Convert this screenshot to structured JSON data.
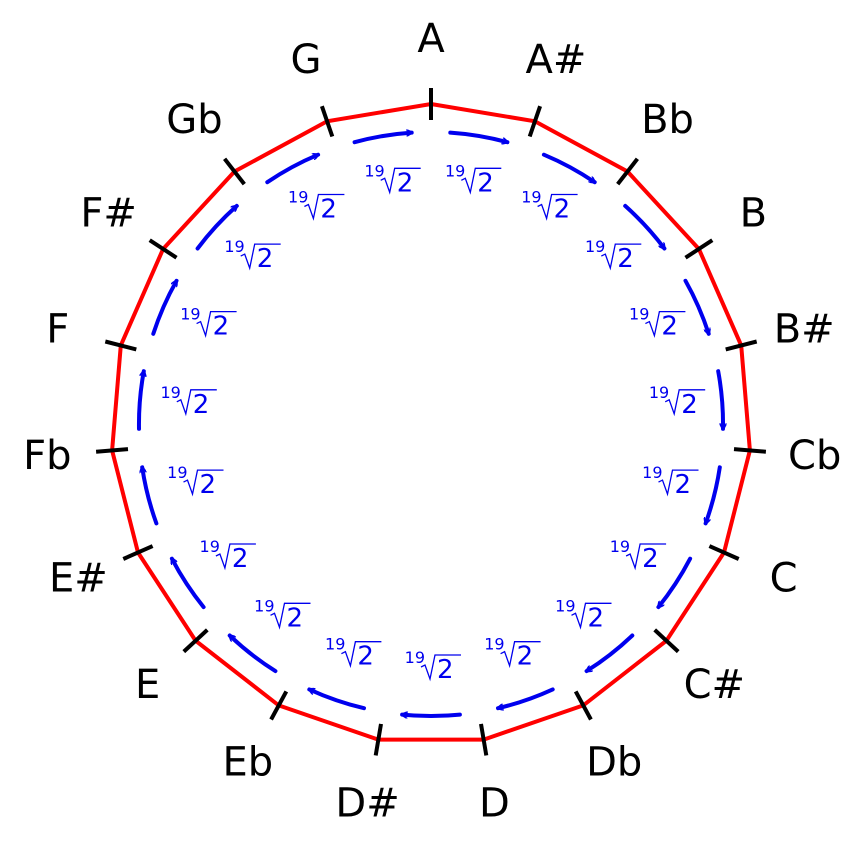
{
  "diagram": {
    "notes": [
      "A",
      "A#",
      "Bb",
      "B",
      "B#",
      "Cb",
      "C",
      "C#",
      "Db",
      "D",
      "D#",
      "Eb",
      "E",
      "E#",
      "Fb",
      "F",
      "F#",
      "Gb",
      "G"
    ],
    "step_ratio": {
      "index": "19",
      "radicand": "2"
    },
    "colors": {
      "polygon": "#ff0000",
      "arrows": "#0000ee",
      "ratio_text": "#0000ee",
      "ticks": "#000000",
      "labels": "#000000"
    }
  }
}
